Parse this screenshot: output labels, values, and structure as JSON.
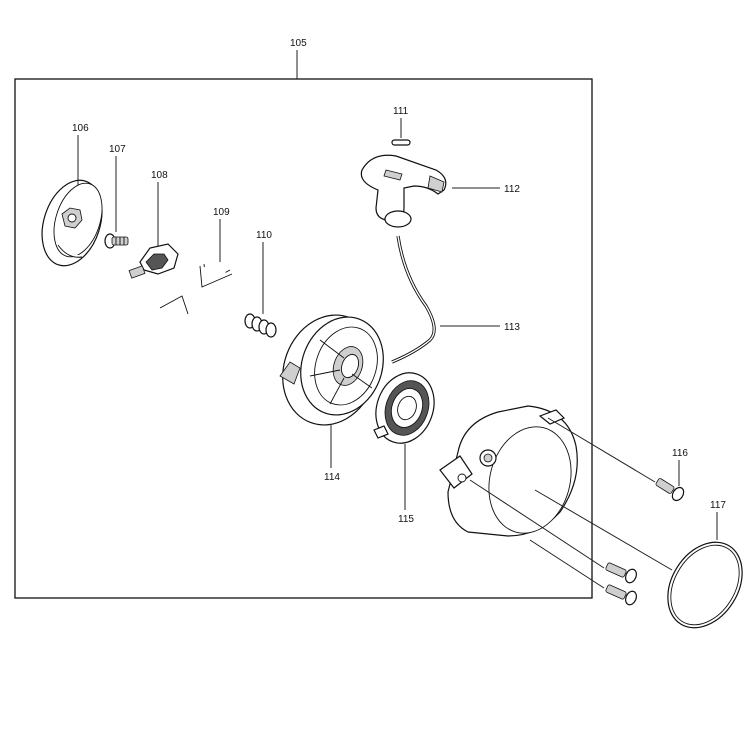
{
  "labels": {
    "p105": "105",
    "p106": "106",
    "p107": "107",
    "p108": "108",
    "p109": "109",
    "p110": "110",
    "p111": "111",
    "p112": "112",
    "p113": "113",
    "p114": "114",
    "p115": "115",
    "p116": "116",
    "p117": "117"
  }
}
